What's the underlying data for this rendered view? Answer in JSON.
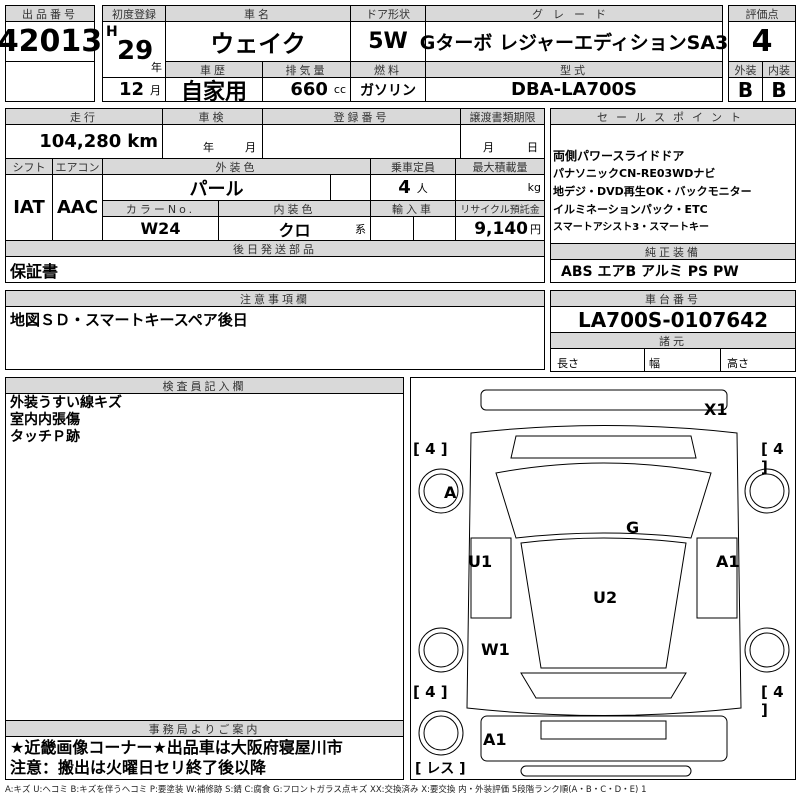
{
  "lot": {
    "label": "出品番号",
    "value": "42013"
  },
  "first_reg": {
    "label": "初度登録",
    "era": "H",
    "year": "29",
    "year_unit": "年",
    "month": "12",
    "month_unit": "月"
  },
  "car_name": {
    "label": "車名",
    "value": "ウェイク"
  },
  "door": {
    "label": "ドア形状",
    "value": "5W"
  },
  "grade": {
    "label": "グレード",
    "value": "Gターボ レジャーエディションSA3"
  },
  "score": {
    "label": "評価点",
    "value": "4",
    "ext_label": "外装",
    "int_label": "内装",
    "ext": "B",
    "int": "B"
  },
  "history": {
    "label": "車歴",
    "value": "自家用"
  },
  "displacement": {
    "label": "排気量",
    "value": "660",
    "unit": "cc"
  },
  "fuel": {
    "label": "燃料",
    "value": "ガソリン"
  },
  "model": {
    "label": "型式",
    "value": "DBA-LA700S"
  },
  "mileage": {
    "label": "走行",
    "value": "104,280",
    "unit": "km"
  },
  "inspection": {
    "label": "車検",
    "year_unit": "年",
    "month_unit": "月"
  },
  "registration": {
    "label": "登録番号"
  },
  "transfer": {
    "label": "譲渡書類期限",
    "month_unit": "月",
    "day_unit": "日"
  },
  "shift": {
    "label": "シフト",
    "value": "IAT"
  },
  "ac": {
    "label": "エアコン",
    "value": "AAC"
  },
  "ext_color": {
    "label": "外装色",
    "value": "パール"
  },
  "capacity": {
    "label": "乗車定員",
    "value": "4",
    "unit": "人"
  },
  "max_load": {
    "label": "最大積載量",
    "unit": "kg"
  },
  "color_no": {
    "label": "カラーNo.",
    "value": "W24"
  },
  "int_color": {
    "label": "内装色",
    "value": "クロ",
    "unit": "系"
  },
  "import": {
    "label": "輸入車"
  },
  "recycle": {
    "label": "リサイクル預託金",
    "value": "9,140",
    "unit": "円"
  },
  "later_parts": {
    "label": "後日発送部品",
    "value": "保証書"
  },
  "sales_points": {
    "label": "セールスポイント",
    "lines": [
      "両側パワースライドドア",
      "パナソニックCN-RE03WDナビ",
      "地デジ・DVD再生OK・バックモニター",
      "イルミネーションパック・ETC",
      "スマートアシスト3・スマートキー"
    ]
  },
  "equipment": {
    "label": "純正装備",
    "value": "ABS エアB アルミ PS PW"
  },
  "notes": {
    "label": "注意事項欄",
    "value": "地図ＳＤ・スマートキースペア後日"
  },
  "chassis": {
    "label": "車台番号",
    "value": "LA700S-0107642"
  },
  "specs": {
    "label": "諸元",
    "length": "長さ",
    "width": "幅",
    "height": "高さ"
  },
  "inspector": {
    "label": "検査員記入欄",
    "lines": [
      "外装うすい線キズ",
      "室内内張傷",
      "タッチＰ跡"
    ]
  },
  "office": {
    "label": "事務局よりご案内",
    "lines": [
      "★近畿画像コーナー★出品車は大阪府寝屋川市",
      "注意：搬出は火曜日セリ終了後以降"
    ]
  },
  "diagram": {
    "marks": {
      "x1": "X1",
      "a_front": "A",
      "g": "G",
      "u1": "U1",
      "a1_right": "A1",
      "u2": "U2",
      "w1": "W1",
      "a1_rear": "A1",
      "tire_fl": "[ 4 ]",
      "tire_fr": "[ 4 ]",
      "tire_rl": "[ 4 ]",
      "tire_rr": "[ 4 ]",
      "spare": "[ レス ]"
    }
  },
  "legend": "A:キズ U:ヘコミ B:キズを伴うヘコミ P:要塗装 W:補修跡 S:錆 C:腐食 G:フロントガラス点キズ XX:交換済み X:要交換 内・外装評価 5段階ランク順(A・B・C・D・E) 1"
}
